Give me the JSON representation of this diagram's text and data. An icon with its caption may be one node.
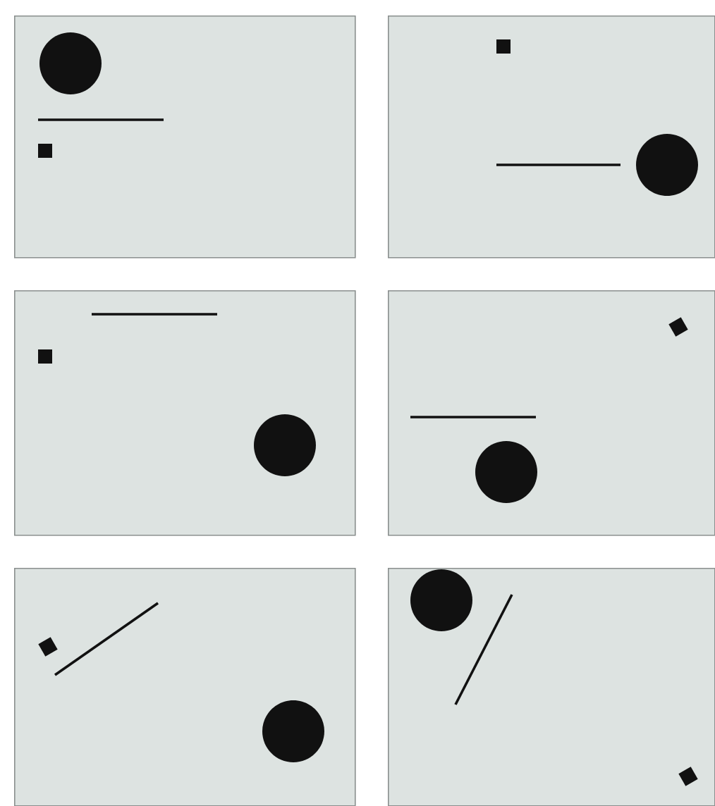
{
  "diagram": {
    "nodes": [
      {
        "text": [],
        "shape": "box"
      },
      {
        "text": [],
        "shape": "circle",
        "in": 0
      },
      {
        "text": [],
        "shape": "line",
        "in": 0
      },
      {
        "text": [],
        "shape": "square",
        "in": 0
      },
      {
        "text": [],
        "shape": "box"
      },
      {
        "text": [],
        "shape": "square",
        "in": 4
      },
      {
        "text": [],
        "shape": "line",
        "in": 4
      },
      {
        "text": [],
        "shape": "circle",
        "in": 4
      },
      {
        "text": [],
        "shape": "box"
      },
      {
        "text": [],
        "shape": "line",
        "in": 8
      },
      {
        "text": [],
        "shape": "square",
        "in": 8
      },
      {
        "text": [],
        "shape": "circle",
        "in": 8
      },
      {
        "text": [],
        "shape": "box"
      },
      {
        "text": [],
        "shape": "square",
        "in": 12
      },
      {
        "text": [],
        "shape": "line",
        "in": 12
      },
      {
        "text": [],
        "shape": "circle",
        "in": 12
      },
      {
        "text": [],
        "shape": "box"
      },
      {
        "text": [],
        "shape": "square",
        "in": 16
      },
      {
        "text": [],
        "shape": "line",
        "in": 16
      },
      {
        "text": [],
        "shape": "circle",
        "in": 16
      },
      {
        "text": [],
        "shape": "box"
      },
      {
        "text": [],
        "shape": "circle",
        "in": 20
      },
      {
        "text": [],
        "shape": "line",
        "in": 20
      },
      {
        "text": [],
        "shape": "square",
        "in": 20
      }
    ]
  }
}
